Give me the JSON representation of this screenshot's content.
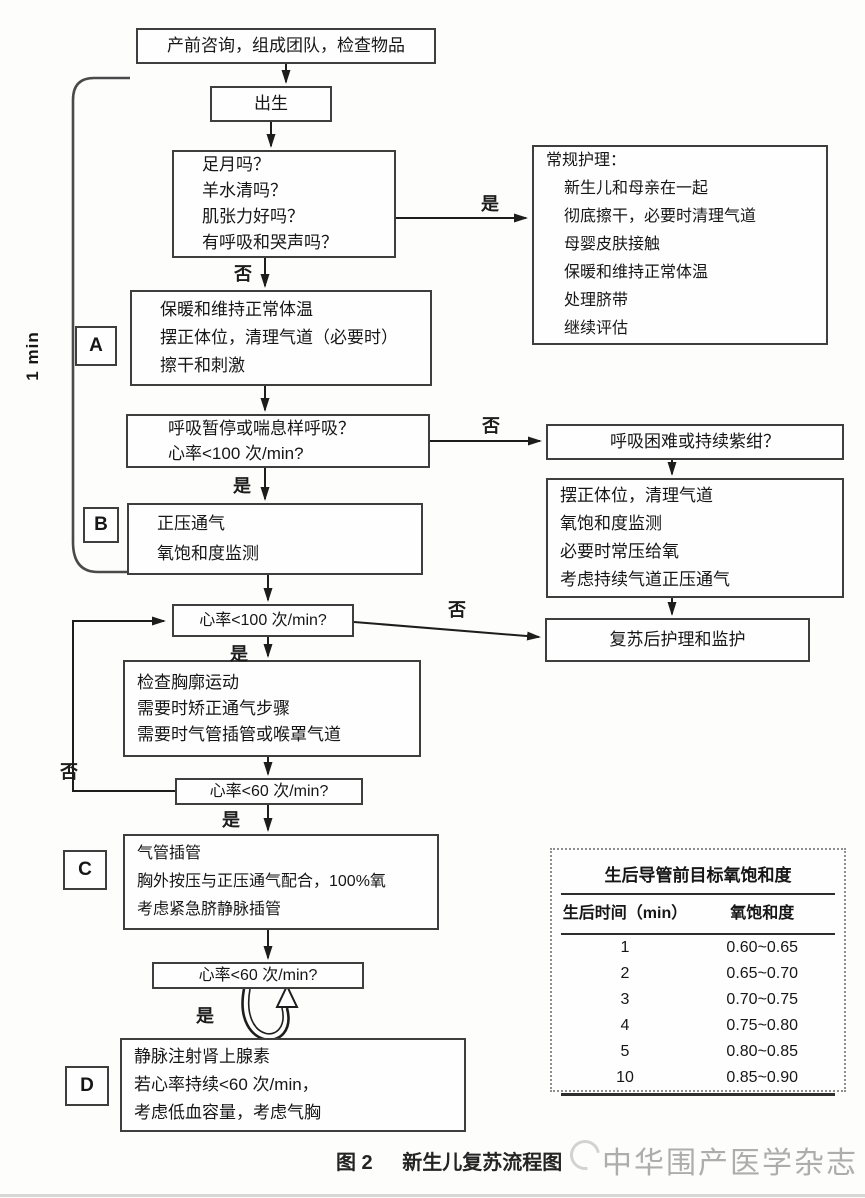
{
  "figure": {
    "caption_prefix": "图 2",
    "caption_title": "新生儿复苏流程图",
    "watermark": "中华围产医学杂志",
    "timeline_label": "1 min"
  },
  "labels": {
    "yes": "是",
    "no": "否"
  },
  "step_labels": {
    "a": "A",
    "b": "B",
    "c": "C",
    "d": "D"
  },
  "flow": {
    "pre": "产前咨询，组成团队，检查物品",
    "birth": "出生",
    "questions": {
      "lines": [
        "足月吗？",
        "羊水清吗？",
        "肌张力好吗？",
        "有呼吸和哭声吗？"
      ]
    },
    "routine": {
      "title": "常规护理：",
      "items": [
        "新生儿和母亲在一起",
        "彻底擦干，必要时清理气道",
        "母婴皮肤接触",
        "保暖和维持正常体温",
        "处理脐带",
        "继续评估"
      ]
    },
    "step_a": {
      "lines": [
        "保暖和维持正常体温",
        "摆正体位，清理气道（必要时）",
        "擦干和刺激"
      ]
    },
    "apnea": {
      "lines": [
        "呼吸暂停或喘息样呼吸？",
        "心率<100 次/min?"
      ]
    },
    "cyanosis": "呼吸困难或持续紫绀？",
    "position": {
      "lines": [
        "摆正体位，清理气道",
        "氧饱和度监测",
        "必要时常压给氧",
        "考虑持续气道正压通气"
      ]
    },
    "step_b": {
      "lines": [
        "正压通气",
        "氧饱和度监测"
      ]
    },
    "hr100": "心率<100 次/min?",
    "postcare": "复苏后护理和监护",
    "chest": {
      "lines": [
        "检查胸廓运动",
        "需要时矫正通气步骤",
        "需要时气管插管或喉罩气道"
      ]
    },
    "hr60": "心率<60 次/min?",
    "step_c": {
      "lines": [
        "气管插管",
        "胸外按压与正压通气配合，100%氧",
        "考虑紧急脐静脉插管"
      ]
    },
    "hr60_repeat": "心率<60 次/min?",
    "step_d": {
      "lines": [
        "静脉注射肾上腺素",
        "若心率持续<60 次/min，",
        "考虑低血容量，考虑气胸"
      ]
    }
  },
  "table": {
    "title": "生后导管前目标氧饱和度",
    "col_time": "生后时间（min）",
    "col_sat": "氧饱和度",
    "rows": [
      {
        "time": "1",
        "sat": "0.60~0.65"
      },
      {
        "time": "2",
        "sat": "0.65~0.70"
      },
      {
        "time": "3",
        "sat": "0.70~0.75"
      },
      {
        "time": "4",
        "sat": "0.75~0.80"
      },
      {
        "time": "5",
        "sat": "0.80~0.85"
      },
      {
        "time": "10",
        "sat": "0.85~0.90"
      }
    ]
  },
  "colors": {
    "line": "#222222",
    "box_border": "#3e3e3e",
    "watermark": "#adadad"
  }
}
